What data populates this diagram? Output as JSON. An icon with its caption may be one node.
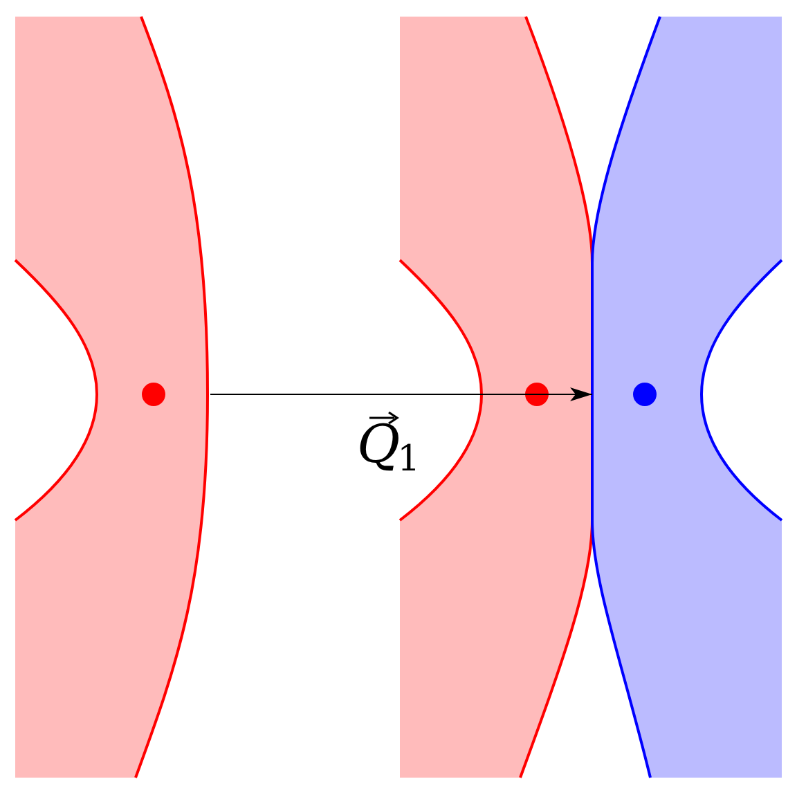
{
  "diagram": {
    "nodes": [
      {
        "text": [],
        "shape": "band"
      },
      {
        "text": [],
        "shape": "band"
      },
      {
        "text": [],
        "shape": "band"
      }
    ],
    "edges": [
      {
        "from": 0,
        "to": 1,
        "arrow": "to",
        "label": "*Q*$_{1}$"
      }
    ]
  }
}
